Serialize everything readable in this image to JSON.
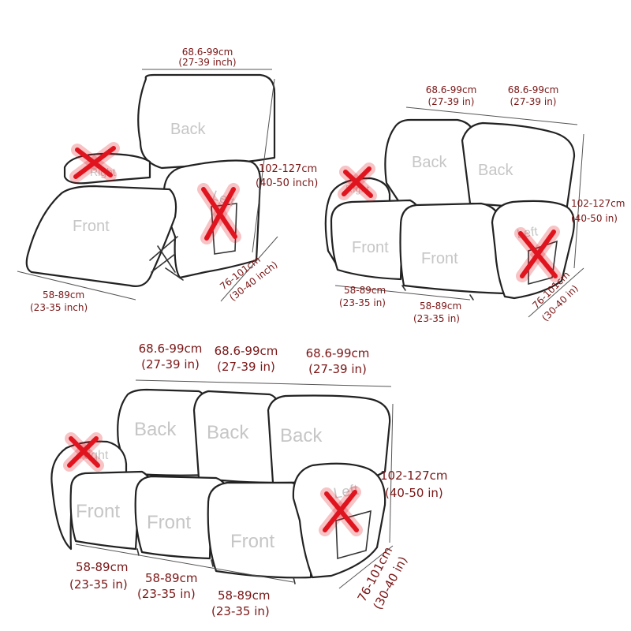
{
  "colors": {
    "dimension_text": "#7a1616",
    "part_label": "#c6c6c6",
    "cross": "#e0141e",
    "outline": "#222222"
  },
  "icons": {
    "excluded_part": "x-mark-icon"
  },
  "recliner": {
    "width_cm": "68.6-99cm",
    "width_in": "(27-39 inch)",
    "height_cm": "102-127cm",
    "height_in": "(40-50 inch)",
    "depth_cm": "76-101cm",
    "depth_in": "(30-40 inch)",
    "seat_cm": "58-89cm",
    "seat_in": "(23-35 inch)",
    "labels": {
      "back": "Back",
      "front": "Front",
      "right": "Right",
      "left": "Left"
    }
  },
  "loveseat": {
    "width1_cm": "68.6-99cm",
    "width1_in": "(27-39 in)",
    "width2_cm": "68.6-99cm",
    "width2_in": "(27-39 in)",
    "height_cm": "102-127cm",
    "height_in": "(40-50 in)",
    "depth_cm": "76-101cm",
    "depth_in": "(30-40 in)",
    "seat1_cm": "58-89cm",
    "seat1_in": "(23-35 in)",
    "seat2_cm": "58-89cm",
    "seat2_in": "(23-35 in)",
    "labels": {
      "back1": "Back",
      "back2": "Back",
      "front1": "Front",
      "front2": "Front",
      "right": "Right",
      "left": "Left"
    }
  },
  "sofa": {
    "width1_cm": "68.6-99cm",
    "width1_in": "(27-39 in)",
    "width2_cm": "68.6-99cm",
    "width2_in": "(27-39 in)",
    "width3_cm": "68.6-99cm",
    "width3_in": "(27-39 in)",
    "height_cm": "102-127cm",
    "height_in": "(40-50 in)",
    "depth_cm": "76-101cm",
    "depth_in": "(30-40 in)",
    "seat1_cm": "58-89cm",
    "seat1_in": "(23-35 in)",
    "seat2_cm": "58-89cm",
    "seat2_in": "(23-35 in)",
    "seat3_cm": "58-89cm",
    "seat3_in": "(23-35 in)",
    "labels": {
      "back1": "Back",
      "back2": "Back",
      "back3": "Back",
      "front1": "Front",
      "front2": "Front",
      "front3": "Front",
      "right": "Right",
      "left": "Left"
    }
  }
}
